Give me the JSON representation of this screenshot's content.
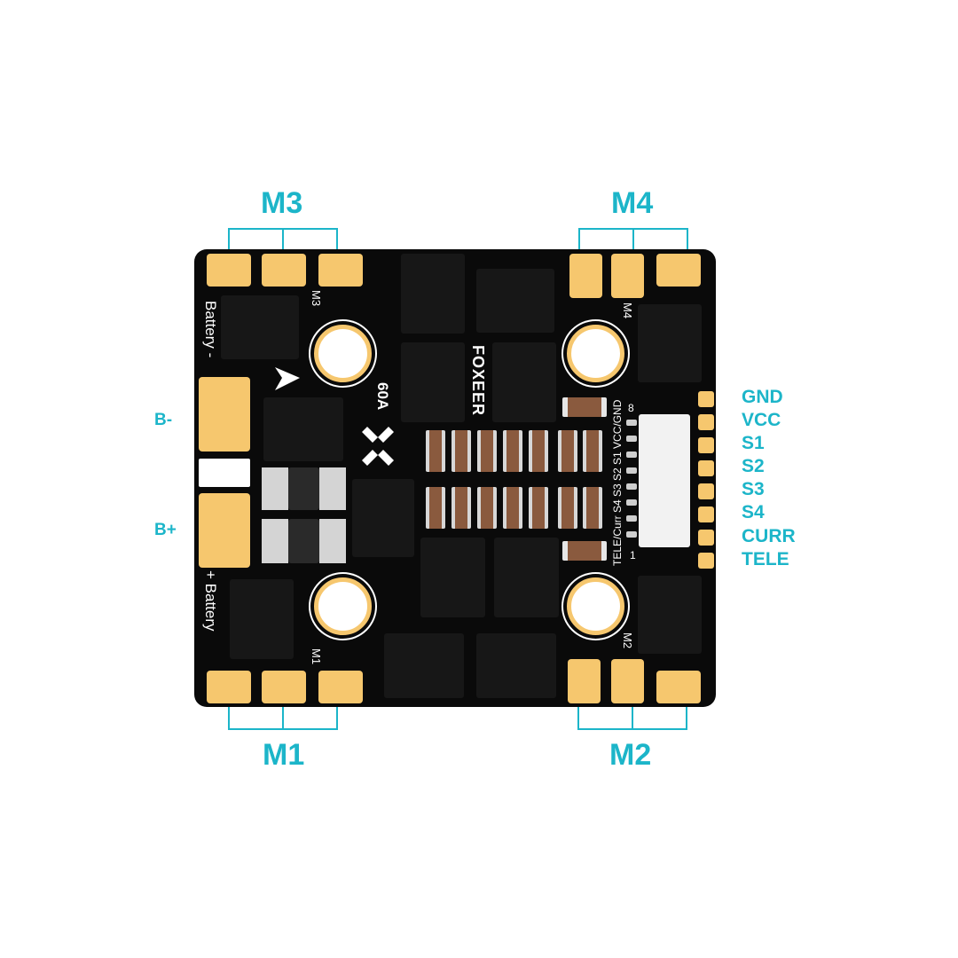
{
  "motor_labels": {
    "m1": "M1",
    "m2": "M2",
    "m3": "M3",
    "m4": "M4"
  },
  "battery_labels": {
    "b_minus": "B-",
    "b_plus": "B+"
  },
  "pin_labels": [
    "GND",
    "VCC",
    "S1",
    "S2",
    "S3",
    "S4",
    "CURR",
    "TELE"
  ],
  "silkscreen": {
    "battery_minus": "Battery -",
    "battery_plus": "+ Battery",
    "rating": "60A",
    "brand": "FOXEER",
    "m1": "M1",
    "m2": "M2",
    "m3": "M3",
    "m4": "M4",
    "connector_pins": "TELE/Curr S4 S3 S2 S1 VCC/GND",
    "pin_first": "1",
    "pin_last": "8"
  },
  "colors": {
    "callout": "#1cb5c9",
    "pad": "#f6c76e",
    "board": "#0a0a0a",
    "capacitor": "#8a5a3e"
  },
  "icons": [
    "arrow-icon",
    "foxeer-logo-icon"
  ]
}
